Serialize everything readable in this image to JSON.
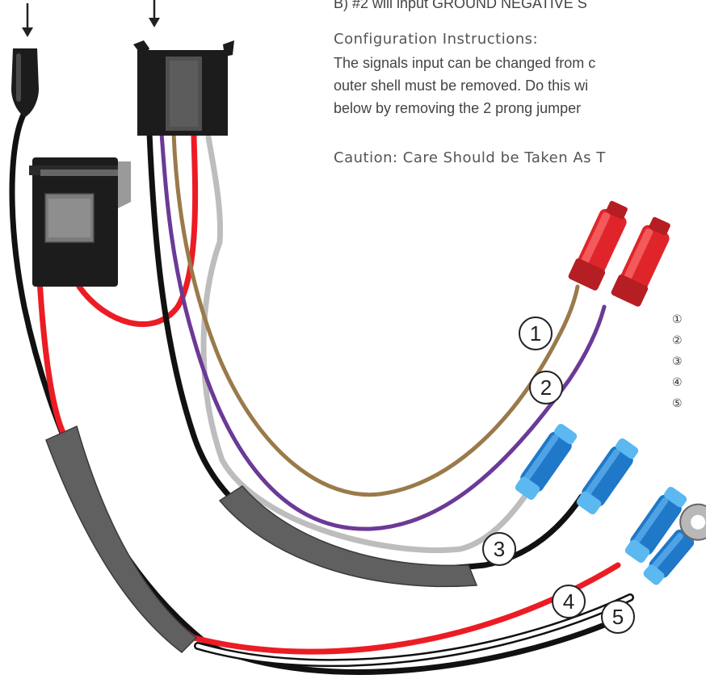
{
  "text": {
    "top_line": "B) #2 will input GROUND NEGATIVE S",
    "config_title": "Configuration Instructions:",
    "config_line1": "The signals input can be changed from c",
    "config_line2": "outer shell must be removed. Do this wi",
    "config_line3": "below by removing the 2 prong jumper",
    "caution": "Caution: Care Should be Taken As T"
  },
  "wire_labels": [
    "1",
    "2",
    "3",
    "4",
    "5"
  ],
  "legend_marks": [
    "①",
    "②",
    "③",
    "④",
    "⑤"
  ],
  "colors": {
    "red": "#ec1c24",
    "black": "#111111",
    "white": "#ffffff",
    "brown": "#9a7a4a",
    "purple": "#6b3a97",
    "gray_wire": "#c8c8c8",
    "sleeve": "#606060",
    "connector": "#1c1c1c",
    "blue_terminal": "#1f78c8",
    "red_terminal": "#e0252a"
  }
}
